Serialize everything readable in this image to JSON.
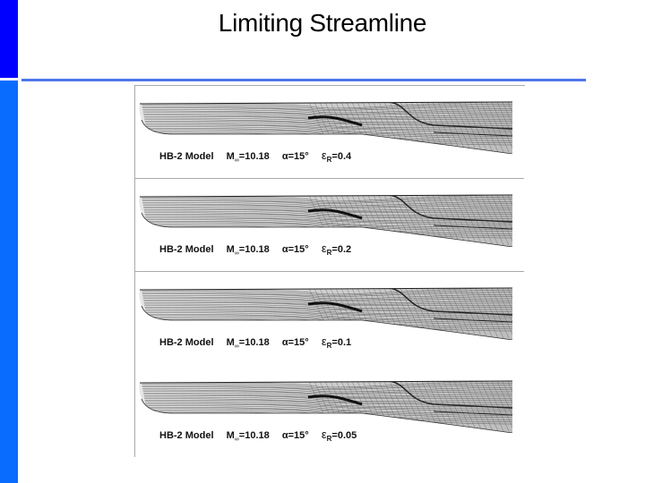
{
  "slide": {
    "title": "Limiting Streamline",
    "colors": {
      "left_bar_top": "#0000ff",
      "left_bar_bottom": "#0a6cff",
      "rule": "#4d74e8"
    }
  },
  "figure": {
    "description": "Limiting streamline patterns on HB-2 model surface",
    "panels": [
      {
        "model": "HB-2 Model",
        "mach_label": "M",
        "mach_sub": "∞",
        "mach_value": "=10.18",
        "alpha_label": "α=15°",
        "eps_label": "ε",
        "eps_sub": "R",
        "eps_value": "=0.4"
      },
      {
        "model": "HB-2 Model",
        "mach_label": "M",
        "mach_sub": "∞",
        "mach_value": "=10.18",
        "alpha_label": "α=15°",
        "eps_label": "ε",
        "eps_sub": "R",
        "eps_value": "=0.2"
      },
      {
        "model": "HB-2 Model",
        "mach_label": "M",
        "mach_sub": "∞",
        "mach_value": "=10.18",
        "alpha_label": "α=15°",
        "eps_label": "ε",
        "eps_sub": "R",
        "eps_value": "=0.1"
      },
      {
        "model": "HB-2 Model",
        "mach_label": "M",
        "mach_sub": "∞",
        "mach_value": "=10.18",
        "alpha_label": "α=15°",
        "eps_label": "ε",
        "eps_sub": "R",
        "eps_value": "=0.05"
      }
    ]
  }
}
